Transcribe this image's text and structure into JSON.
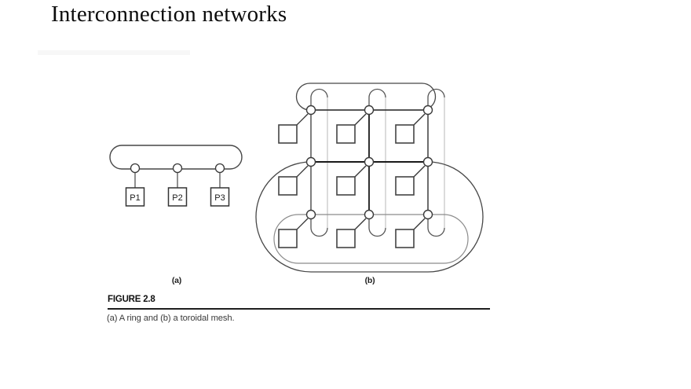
{
  "slide": {
    "title": "Interconnection networks"
  },
  "figure": {
    "label": "FIGURE 2.8",
    "caption": "(a) A ring and (b) a toroidal mesh.",
    "sub_a": {
      "label": "(a)",
      "type": "ring network",
      "processors": [
        "P1",
        "P2",
        "P3"
      ],
      "node_count": 3
    },
    "sub_b": {
      "label": "(b)",
      "type": "toroidal mesh",
      "grid": "3x3",
      "switch_count": 9,
      "processor_count": 9
    },
    "colors": {
      "ink_dark": "#1a1a1a",
      "ink_medium": "#3d3d3d",
      "wrap_link_light": "#c8c8c8",
      "rule": "#1f1f1f"
    }
  }
}
